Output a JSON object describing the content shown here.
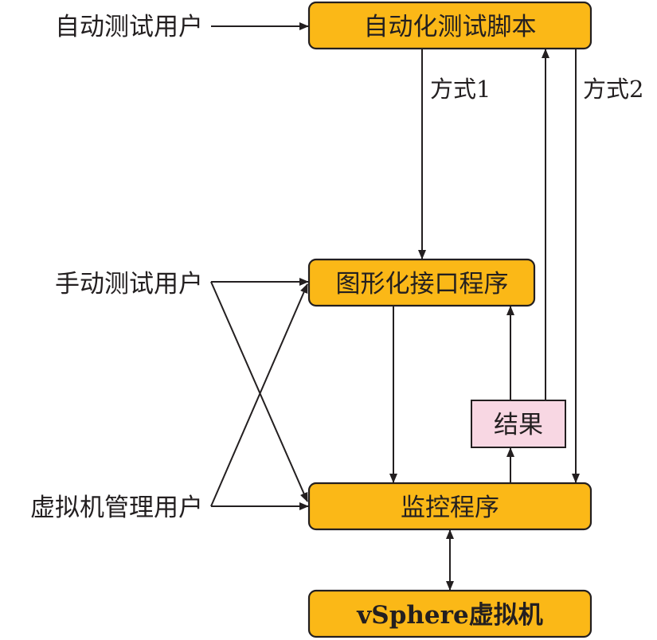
{
  "colors": {
    "process_fill": "#fbb817",
    "result_fill": "#f8d7e3",
    "stroke": "#231f20",
    "background": "#ffffff"
  },
  "actors": {
    "auto_test_user": "自动测试用户",
    "manual_test_user": "手动测试用户",
    "vm_admin_user": "虚拟机管理用户"
  },
  "nodes": {
    "auto_test_script": "自动化测试脚本",
    "gui_program": "图形化接口程序",
    "monitor_program": "监控程序",
    "vsphere_vm": "vSphere虚拟机",
    "result": "结果"
  },
  "edge_labels": {
    "mode1": "方式1",
    "mode2": "方式2"
  },
  "edges": [
    {
      "from": "auto_test_user",
      "to": "auto_test_script"
    },
    {
      "from": "auto_test_script",
      "to": "gui_program",
      "label": "mode1"
    },
    {
      "from": "auto_test_script",
      "to": "monitor_program",
      "label": "mode2"
    },
    {
      "from": "result",
      "to": "auto_test_script"
    },
    {
      "from": "result",
      "to": "gui_program"
    },
    {
      "from": "monitor_program",
      "to": "result"
    },
    {
      "from": "gui_program",
      "to": "monitor_program"
    },
    {
      "from": "manual_test_user",
      "to": "gui_program"
    },
    {
      "from": "manual_test_user",
      "to": "monitor_program"
    },
    {
      "from": "vm_admin_user",
      "to": "gui_program"
    },
    {
      "from": "vm_admin_user",
      "to": "monitor_program"
    },
    {
      "from": "monitor_program",
      "to": "vsphere_vm",
      "bidirectional": true
    }
  ]
}
